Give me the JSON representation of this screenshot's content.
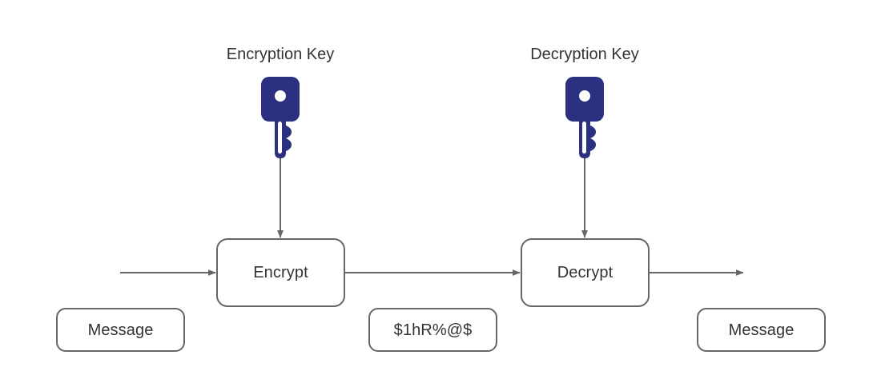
{
  "diagram": {
    "title_visible": false,
    "colors": {
      "key_fill": "#2B3180",
      "stroke": "#666666",
      "text": "#333333",
      "background": "#FFFFFF"
    },
    "captions": [
      {
        "id": "encryption-key-label",
        "text": "Encryption Key"
      },
      {
        "id": "decryption-key-label",
        "text": "Decryption Key"
      }
    ],
    "keys": [
      {
        "id": "encryption-key-icon",
        "name": "key-icon",
        "label": "Encryption Key"
      },
      {
        "id": "decryption-key-icon",
        "name": "key-icon",
        "label": "Decryption Key"
      }
    ],
    "nodes": [
      {
        "id": "message-input",
        "label": "Message",
        "kind": "data"
      },
      {
        "id": "encrypt-process",
        "label": "Encrypt",
        "kind": "process"
      },
      {
        "id": "ciphertext",
        "label": "$1hR%@$",
        "kind": "data"
      },
      {
        "id": "decrypt-process",
        "label": "Decrypt",
        "kind": "process"
      },
      {
        "id": "message-output",
        "label": "Message",
        "kind": "data"
      }
    ],
    "edges": [
      {
        "id": "edge-input-to-encrypt",
        "from": "message-input",
        "to": "encrypt-process",
        "arrow": true
      },
      {
        "id": "edge-encryption-key-to-encrypt",
        "from": "encryption-key-icon",
        "to": "encrypt-process",
        "arrow": true
      },
      {
        "id": "edge-encrypt-to-decrypt",
        "from": "encrypt-process",
        "to": "decrypt-process",
        "arrow": true
      },
      {
        "id": "edge-decryption-key-to-decrypt",
        "from": "decryption-key-icon",
        "to": "decrypt-process",
        "arrow": true
      },
      {
        "id": "edge-decrypt-to-output",
        "from": "decrypt-process",
        "to": "message-output",
        "arrow": true
      }
    ]
  }
}
